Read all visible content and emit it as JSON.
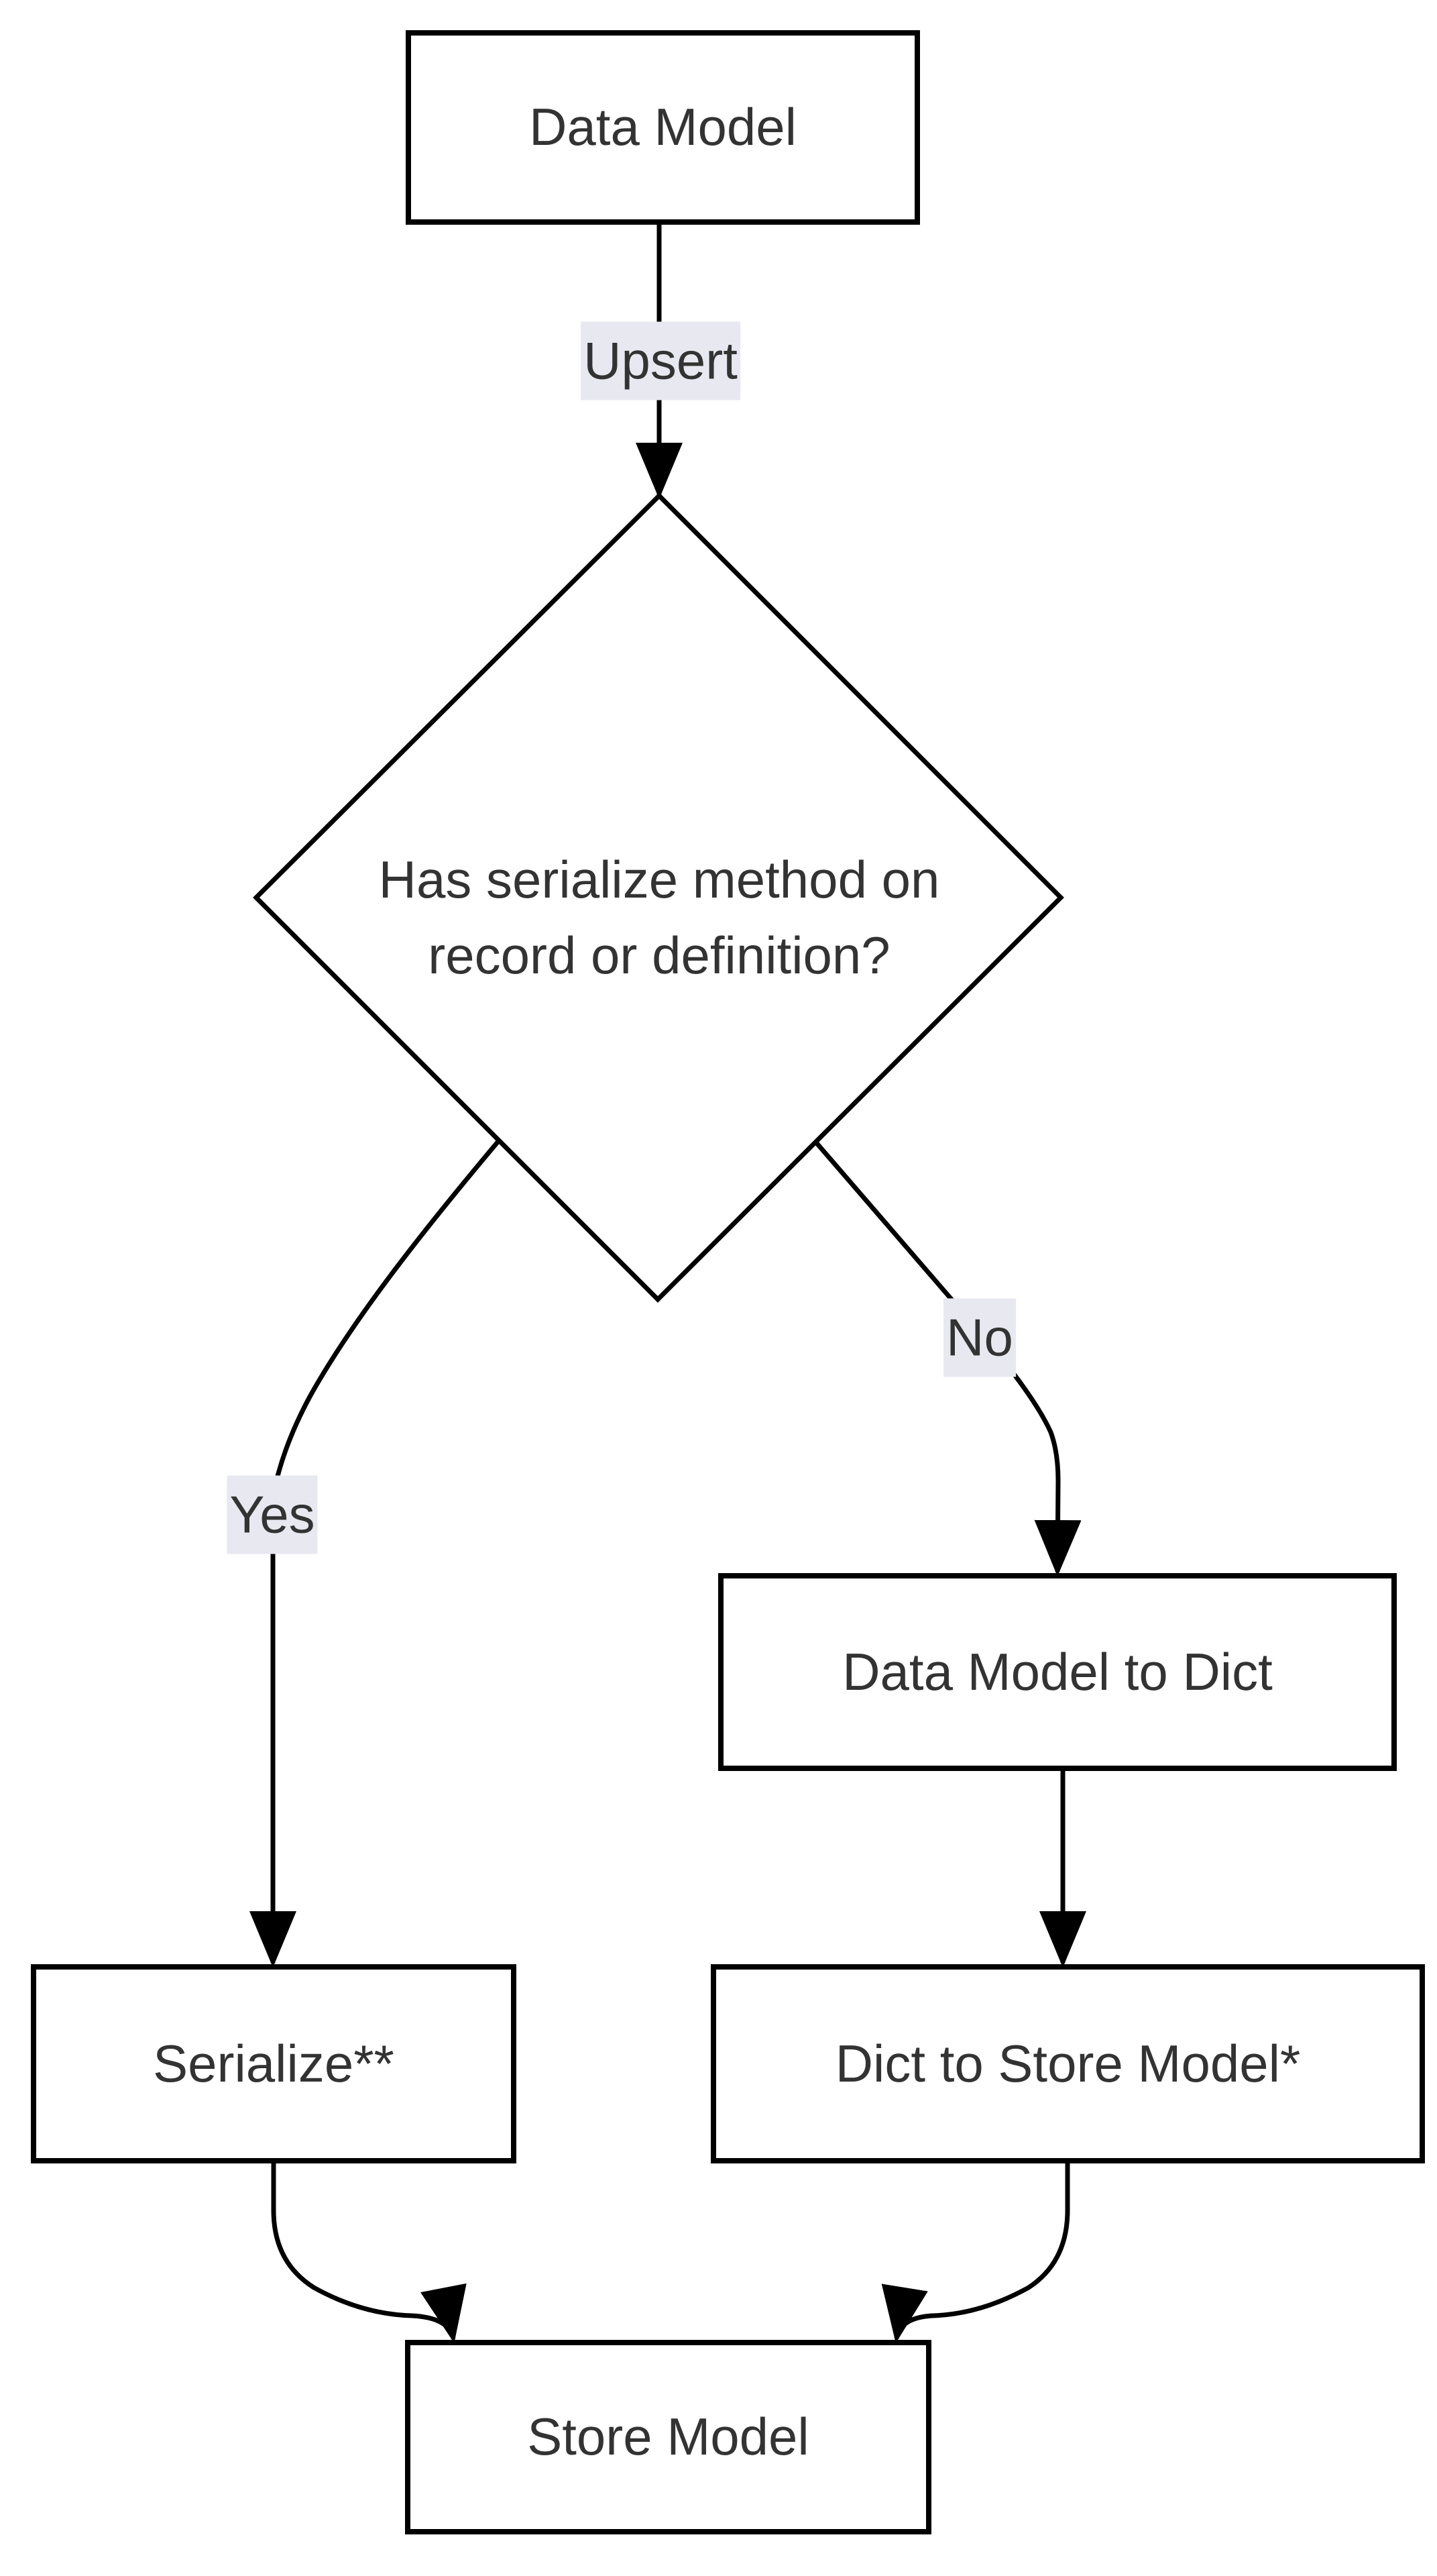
{
  "theme": {
    "canvas_bg": "#ffffff",
    "node_fill": "#ffffff",
    "node_border": "#000000",
    "edge_color": "#000000",
    "text_color": "#333333",
    "edge_label_bg": "#e8e8f0"
  },
  "nodes": {
    "data_model": {
      "label": "Data Model"
    },
    "decision": {
      "label": "Has serialize method on\nrecord or definition?"
    },
    "data_model_to_dict": {
      "label": "Data Model to Dict"
    },
    "serialize": {
      "label": "Serialize**"
    },
    "dict_to_store_model": {
      "label": "Dict to Store Model*"
    },
    "store_model": {
      "label": "Store Model"
    }
  },
  "edge_labels": {
    "upsert": {
      "text": "Upsert"
    },
    "yes": {
      "text": "Yes"
    },
    "no": {
      "text": "No"
    }
  }
}
